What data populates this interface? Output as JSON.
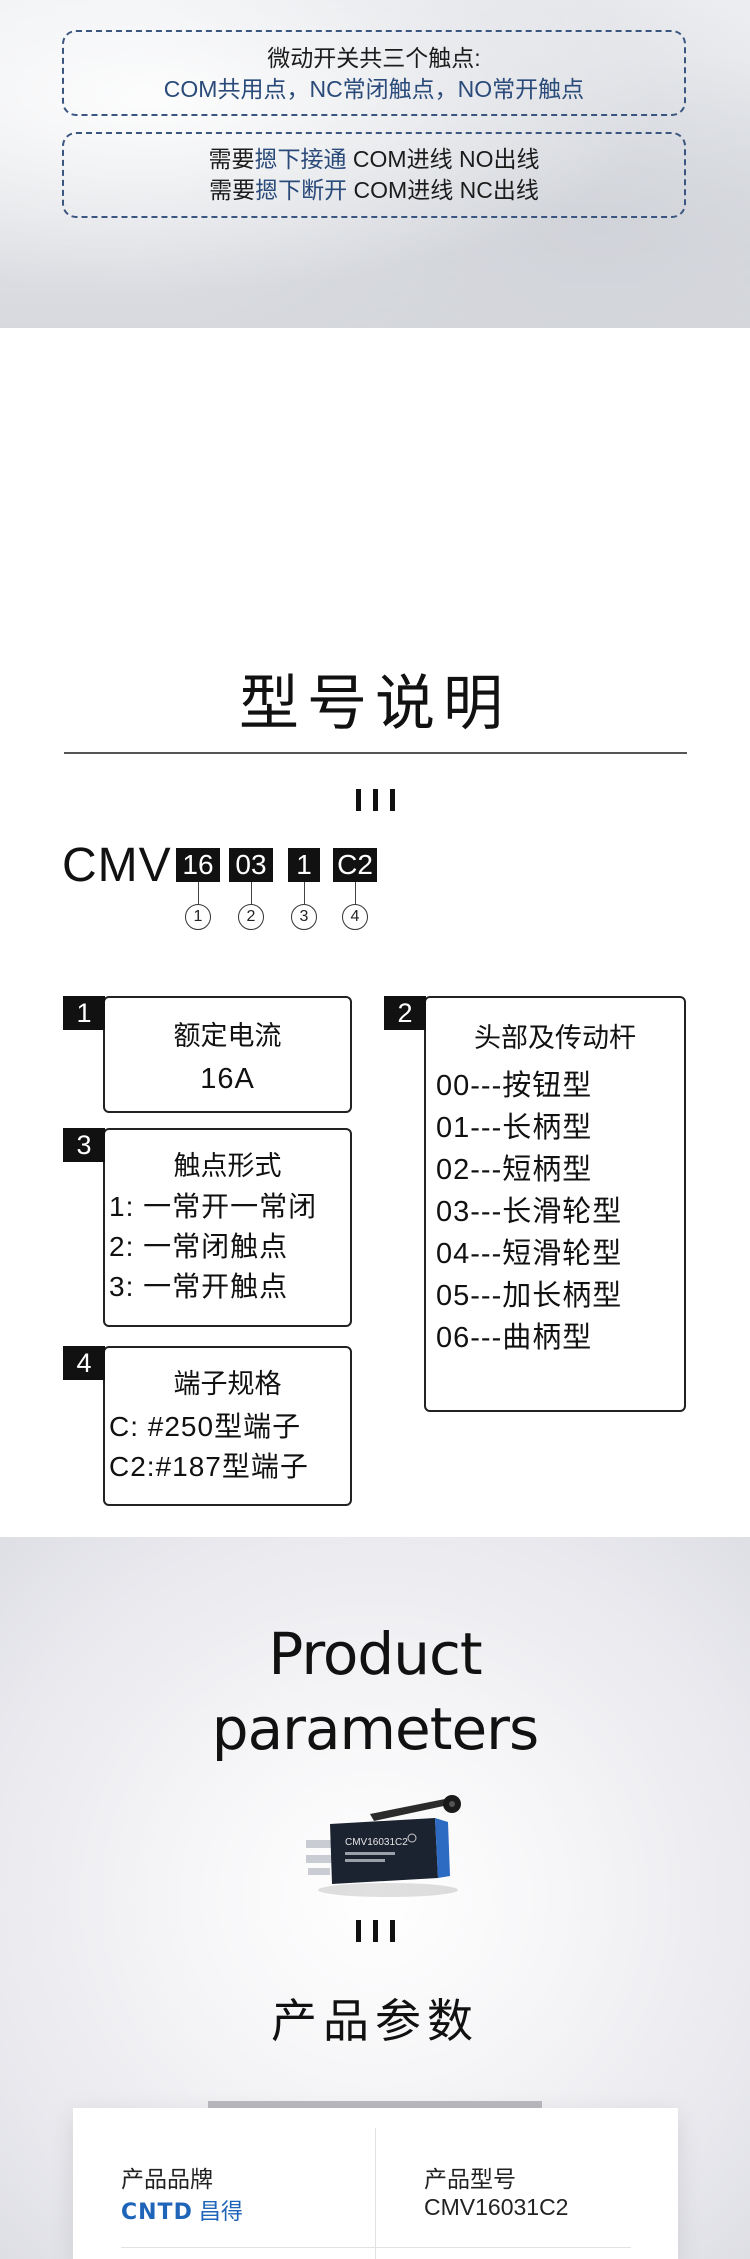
{
  "intro": {
    "box1_line1": "微动开关共三个触点:",
    "box1_line2": "COM共用点，NC常闭触点，NO常开触点",
    "box2_line1_a": "需要",
    "box2_line1_b": "摁下接通",
    "box2_line1_c": " COM进线 NO出线",
    "box2_line2_a": "需要",
    "box2_line2_b": "摁下断开",
    "box2_line2_c": " COM进线 NC出线"
  },
  "model": {
    "title": "型号说明",
    "prefix": "CMV",
    "codes": [
      "16",
      "03",
      "1",
      "C2"
    ],
    "markers": [
      "1",
      "2",
      "3",
      "4"
    ],
    "groups": [
      {
        "num": "1",
        "heading": "额定电流",
        "lines": [
          "16A"
        ]
      },
      {
        "num": "2",
        "heading": "头部及传动杆",
        "lines": [
          "00---按钮型",
          "01---长柄型",
          "02---短柄型",
          "03---长滑轮型",
          "04---短滑轮型",
          "05---加长柄型",
          "06---曲柄型"
        ]
      },
      {
        "num": "3",
        "heading": "触点形式",
        "lines": [
          "1:  一常开一常闭",
          "2:  一常闭触点",
          "3:  一常开触点"
        ]
      },
      {
        "num": "4",
        "heading": "端子规格",
        "lines": [
          "C:  #250型端子",
          "C2:#187型端子"
        ]
      }
    ]
  },
  "parameters": {
    "title_en_1": "Product",
    "title_en_2": "parameters",
    "title_cn": "产品参数",
    "product_printed": "CMV16031C2",
    "brand_label": "产品品牌",
    "brand_en": "CNTD",
    "brand_cn": "昌得",
    "model_label": "产品型号",
    "model_value": "CMV16031C2"
  },
  "colors": {
    "accent_blue": "#2a4a7a",
    "brand_blue": "#1e64b8",
    "tag_black": "#111111"
  }
}
